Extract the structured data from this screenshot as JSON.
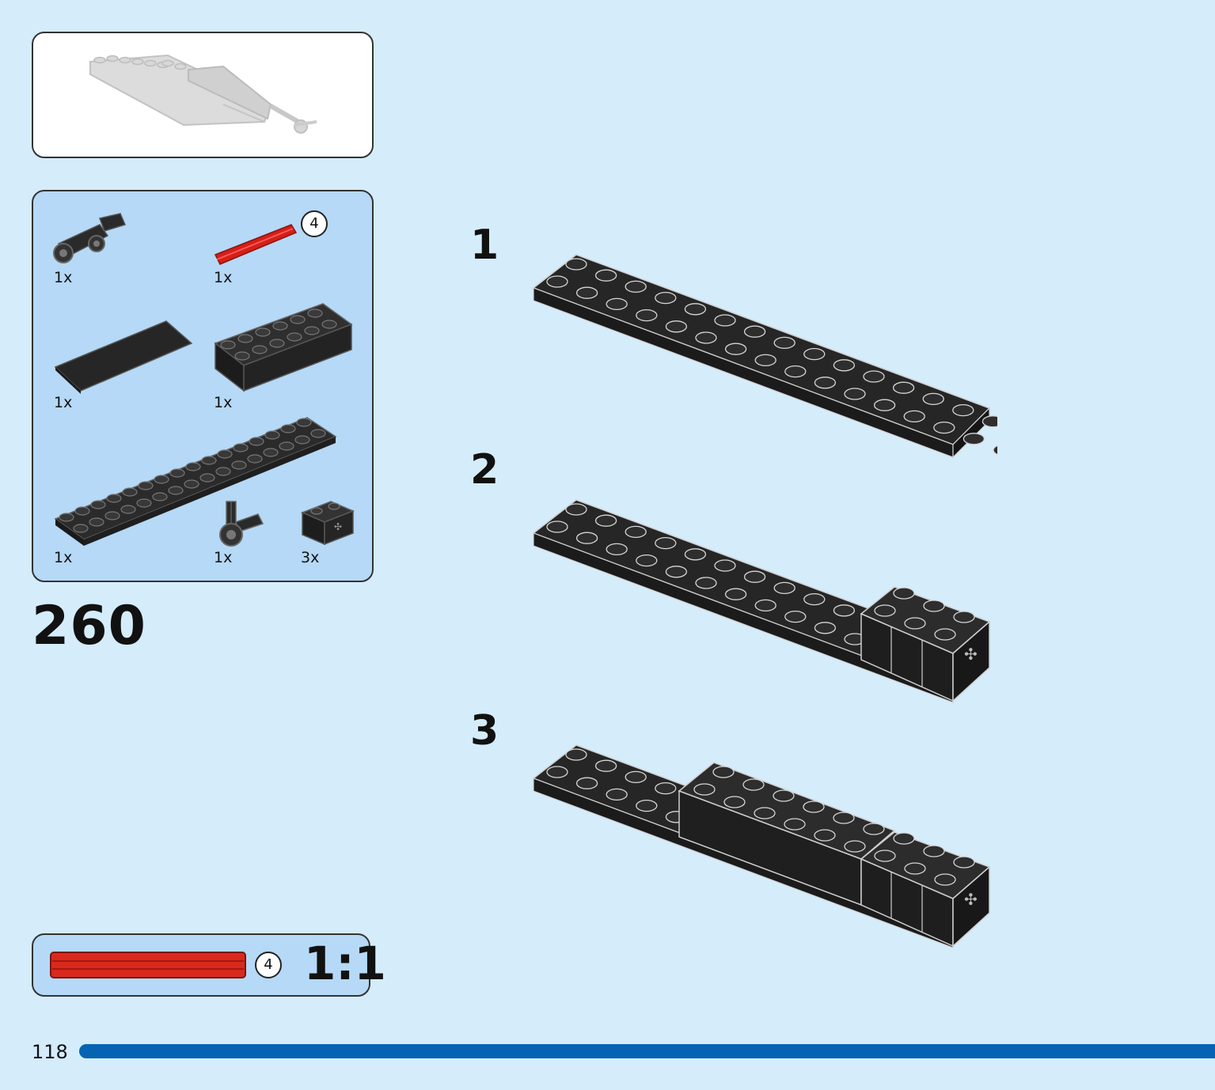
{
  "parts": [
    {
      "icon": "axle-connector-icon",
      "qty": "1x"
    },
    {
      "icon": "red-axle-icon",
      "qty": "1x",
      "length_badge": "4"
    },
    {
      "icon": "black-tile-icon",
      "qty": "1x"
    },
    {
      "icon": "black-brick-2x6-icon",
      "qty": "1x"
    },
    {
      "icon": "black-plate-2x16-icon",
      "qty": "1x"
    },
    {
      "icon": "axle-pin-connector-icon",
      "qty": "1x"
    },
    {
      "icon": "technic-brick-icon",
      "qty": "3x"
    }
  ],
  "step_number": "260",
  "substeps": [
    "1",
    "2",
    "3"
  ],
  "scale": {
    "axle_length": "4",
    "ratio": "1:1",
    "color": "#d9291c"
  },
  "page_number": "118",
  "colors": {
    "background": "#d5ecfb",
    "panel": "#b5d9f6",
    "accent_bar": "#0563b3",
    "part_black": "#262626",
    "part_red": "#d31f1a"
  }
}
